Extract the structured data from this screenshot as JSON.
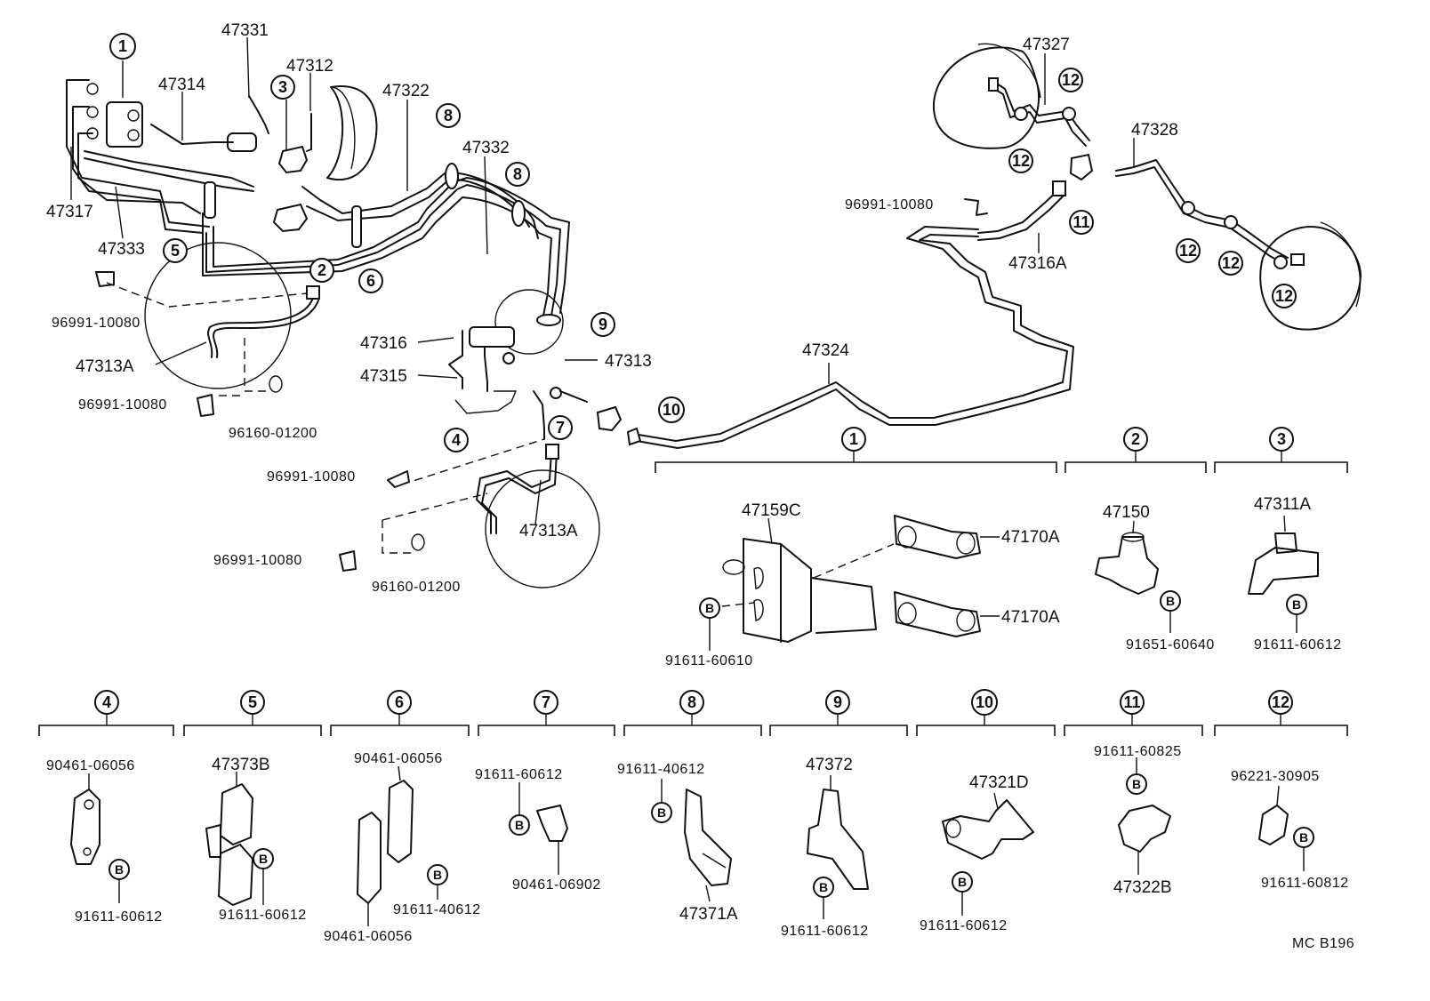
{
  "diagram_code": "MC  B196",
  "main_labels": {
    "p47331": "47331",
    "p47312": "47312",
    "p47314": "47314",
    "p47322": "47322",
    "p47332": "47332",
    "p47317": "47317",
    "p47333": "47333",
    "p96991_a": "96991-10080",
    "p47313A_a": "47313A",
    "p96991_b": "96991-10080",
    "p96160_a": "96160-01200",
    "p47316": "47316",
    "p47315": "47315",
    "p47313": "47313",
    "p96991_c": "96991-10080",
    "p96991_d": "96991-10080",
    "p96160_b": "96160-01200",
    "p47313A_b": "47313A",
    "p47324": "47324",
    "p47327": "47327",
    "p47328": "47328",
    "p96991_e": "96991-10080",
    "p47316A": "47316A"
  },
  "callouts": {
    "c1": "1",
    "c2": "2",
    "c3": "3",
    "c4": "4",
    "c5": "5",
    "c6": "6",
    "c7": "7",
    "c8": "8",
    "c9": "9",
    "c10": "10",
    "c11": "11",
    "c12": "12"
  },
  "bolt_marker": "B",
  "detail_groups": [
    {
      "number": "1",
      "parts": [
        "47159C",
        "47170A",
        "47170A",
        "91611-60610"
      ]
    },
    {
      "number": "2",
      "parts": [
        "47150",
        "91651-60640"
      ]
    },
    {
      "number": "3",
      "parts": [
        "47311A",
        "91611-60612"
      ]
    },
    {
      "number": "4",
      "parts": [
        "90461-06056",
        "91611-60612"
      ]
    },
    {
      "number": "5",
      "parts": [
        "47373B",
        "91611-60612"
      ]
    },
    {
      "number": "6",
      "parts": [
        "90461-06056",
        "91611-40612",
        "90461-06056"
      ]
    },
    {
      "number": "7",
      "parts": [
        "91611-60612",
        "90461-06902"
      ]
    },
    {
      "number": "8",
      "parts": [
        "91611-40612",
        "47371A"
      ]
    },
    {
      "number": "9",
      "parts": [
        "47372",
        "91611-60612"
      ]
    },
    {
      "number": "10",
      "parts": [
        "47321D",
        "91611-60612"
      ]
    },
    {
      "number": "11",
      "parts": [
        "91611-60825",
        "47322B"
      ]
    },
    {
      "number": "12",
      "parts": [
        "96221-30905",
        "91611-60812"
      ]
    }
  ]
}
